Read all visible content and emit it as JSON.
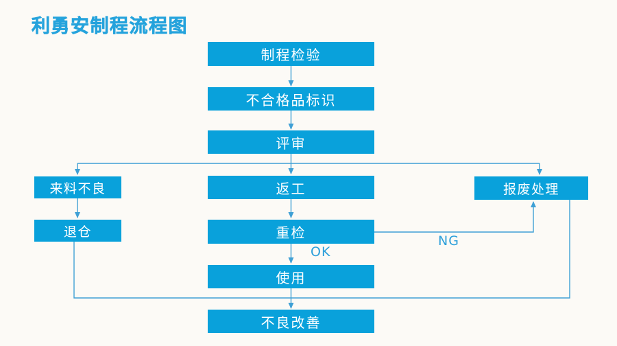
{
  "title": "利勇安制程流程图",
  "nodes": [
    {
      "id": "process-inspection",
      "label": "制程检验"
    },
    {
      "id": "nonconforming-id",
      "label": "不合格品标识"
    },
    {
      "id": "review",
      "label": "评审"
    },
    {
      "id": "incoming-defect",
      "label": "来料不良"
    },
    {
      "id": "rework",
      "label": "返工"
    },
    {
      "id": "scrap-disposal",
      "label": "报废处理"
    },
    {
      "id": "return-warehouse",
      "label": "退仓"
    },
    {
      "id": "recheck",
      "label": "重检"
    },
    {
      "id": "use",
      "label": "使用"
    },
    {
      "id": "defect-improvement",
      "label": "不良改善"
    }
  ],
  "edge_labels": {
    "ok": "OK",
    "ng": "NG"
  },
  "colors": {
    "box": "#09a1db",
    "line": "#3fa0d5",
    "title": "#25a3dc",
    "label": "#2c9fda",
    "background": "#fcfaf6",
    "box_text": "#ffffff"
  }
}
